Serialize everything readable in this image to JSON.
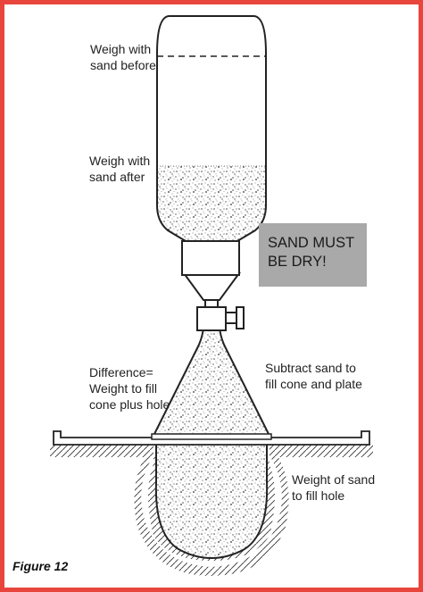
{
  "labels": {
    "weigh_before": "Weigh with\nsand before",
    "weigh_after": "Weigh with\nsand after",
    "difference": "Difference=\nWeight to fill\ncone plus hole",
    "subtract": "Subtract sand to\nfill cone and plate",
    "weight_hole": "Weight of sand\nto fill hole"
  },
  "warning": "SAND MUST\nBE DRY!",
  "figure_caption": "Figure 12",
  "colors": {
    "border": "#e8463c",
    "warning_box": "#a9a9a9",
    "line": "#222222"
  }
}
